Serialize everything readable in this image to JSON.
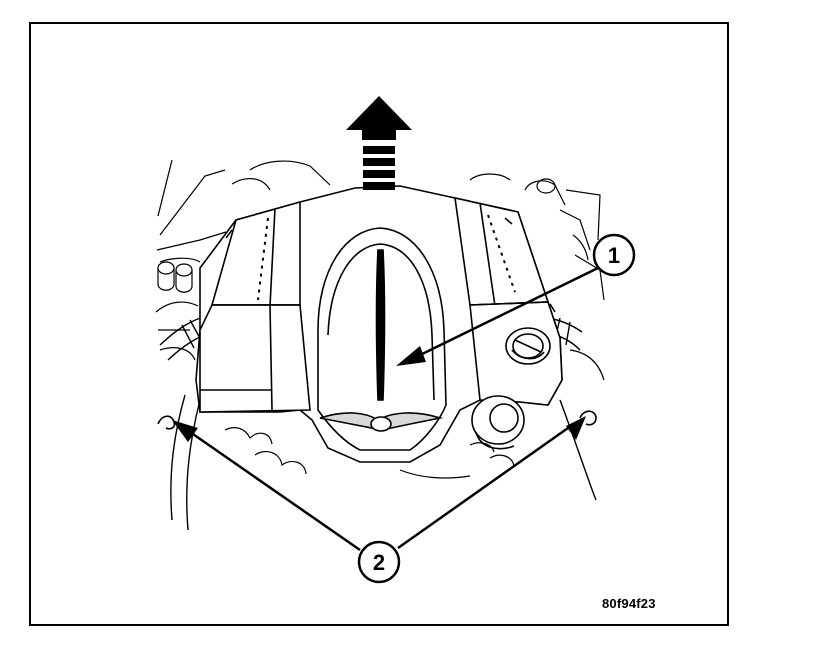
{
  "figure": {
    "callouts": [
      {
        "id": "callout-1",
        "label": "1"
      },
      {
        "id": "callout-2",
        "label": "2"
      }
    ],
    "figure_code": "80f94f23",
    "colors": {
      "line": "#000000",
      "background": "#ffffff",
      "shade": "#d9d9d9"
    },
    "icons": [
      "arrow-up-icon",
      "engine-cover-icon",
      "leader-arrow-icon",
      "hose-icon"
    ]
  }
}
